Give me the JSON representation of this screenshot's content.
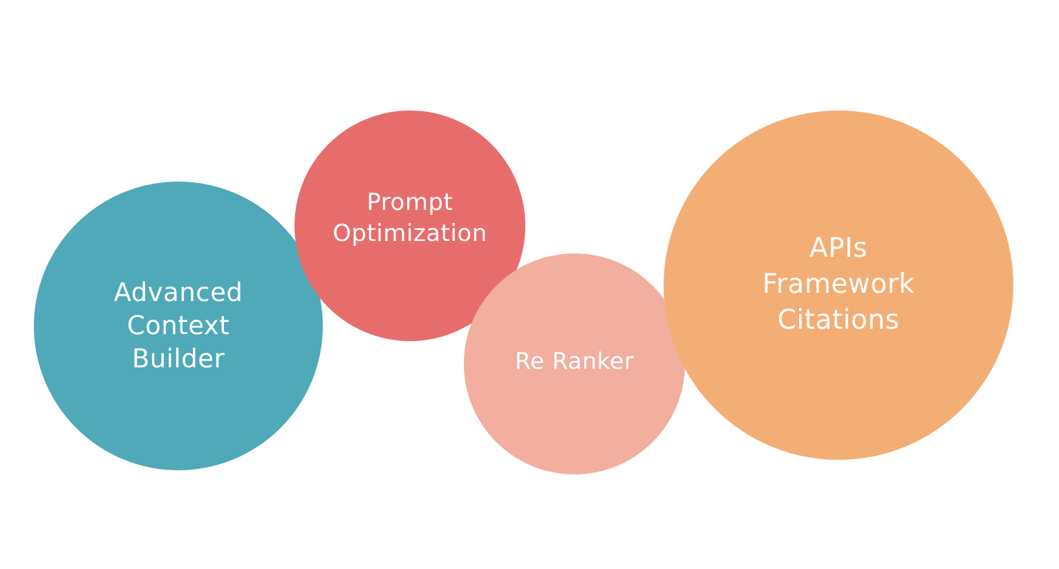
{
  "bubbles": [
    {
      "id": "advanced-context",
      "color": "#4FA9B8",
      "lines": [
        "Advanced",
        "Context",
        "Builder"
      ]
    },
    {
      "id": "prompt-optimization",
      "color": "#E76D6C",
      "lines": [
        "Prompt",
        "Optimization"
      ]
    },
    {
      "id": "re-ranker",
      "color": "#F2AE9E",
      "lines": [
        "Re Ranker"
      ]
    },
    {
      "id": "apis",
      "color": "#F3AE75",
      "lines": [
        "APIs",
        "Framework",
        "Citations"
      ]
    }
  ]
}
